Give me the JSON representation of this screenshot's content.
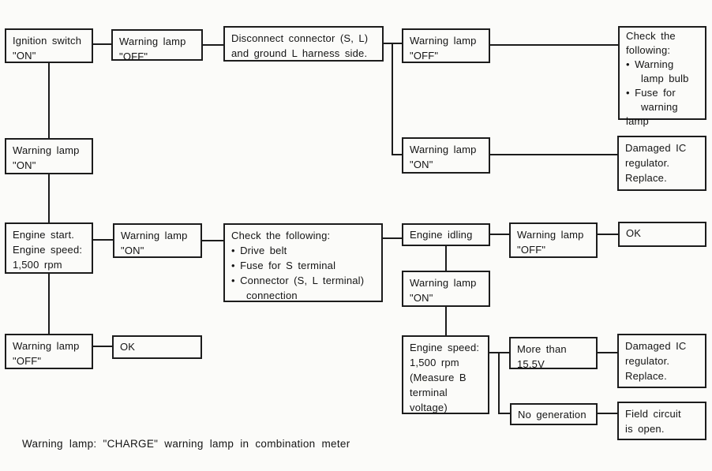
{
  "diagram": {
    "nodes": {
      "ignition_switch": "Ignition switch\n\"ON\"",
      "warning_lamp_off_1": "Warning lamp\n\"OFF\"",
      "disconnect_connector": "Disconnect connector (S, L)\nand ground L harness side.",
      "warning_lamp_off_2": "Warning lamp\n\"OFF\"",
      "check_following_lamp": "Check the\nfollowing:\n• Warning\n   lamp bulb\n• Fuse for\n   warning lamp",
      "warning_lamp_on_1": "Warning lamp\n\"ON\"",
      "warning_lamp_on_2": "Warning lamp\n\"ON\"",
      "damaged_ic_regulator_1": "Damaged IC\nregulator.\nReplace.",
      "engine_start": "Engine start.\nEngine speed:\n1,500 rpm",
      "warning_lamp_on_3": "Warning lamp\n\"ON\"",
      "check_following_charge": "Check the following:\n• Drive belt\n• Fuse for S terminal\n• Connector (S, L terminal)\n   connection",
      "engine_idling": "Engine idling",
      "warning_lamp_off_3": "Warning lamp\n\"OFF\"",
      "ok_1": "OK",
      "warning_lamp_on_4": "Warning lamp\n\"ON\"",
      "engine_speed_measure": "Engine speed:\n1,500 rpm\n(Measure B\nterminal\nvoltage)",
      "more_than_15_5v": "More than\n15.5V",
      "damaged_ic_regulator_2": "Damaged IC\nregulator.\nReplace.",
      "no_generation": "No generation",
      "field_circuit_open": "Field circuit\nis open.",
      "warning_lamp_off_4": "Warning lamp\n\"OFF\"",
      "ok_2": "OK"
    },
    "footer": "Warning lamp: \"CHARGE\" warning lamp in combination meter"
  }
}
